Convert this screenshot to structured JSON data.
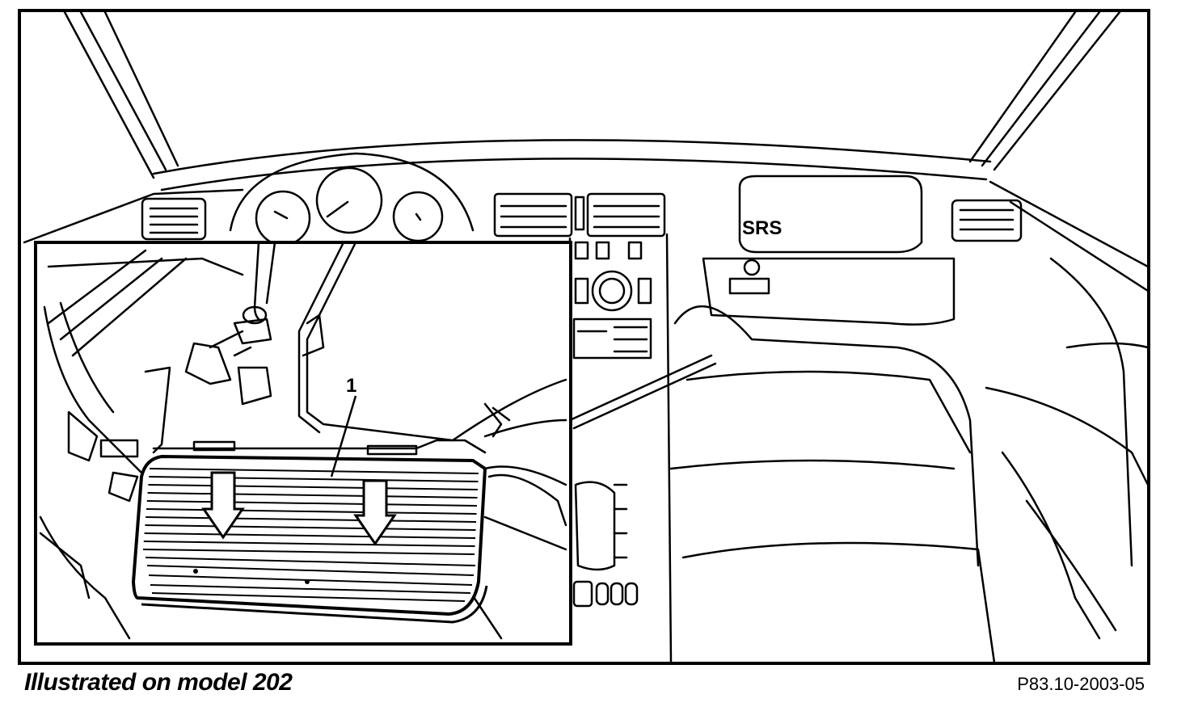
{
  "labels": {
    "airbag_marking": "SRS",
    "callout_number": "1"
  },
  "caption": {
    "model_note": "Illustrated on model 202",
    "figure_id": "P83.10-2003-05"
  },
  "colors": {
    "ink": "#000000",
    "paper": "#ffffff"
  }
}
